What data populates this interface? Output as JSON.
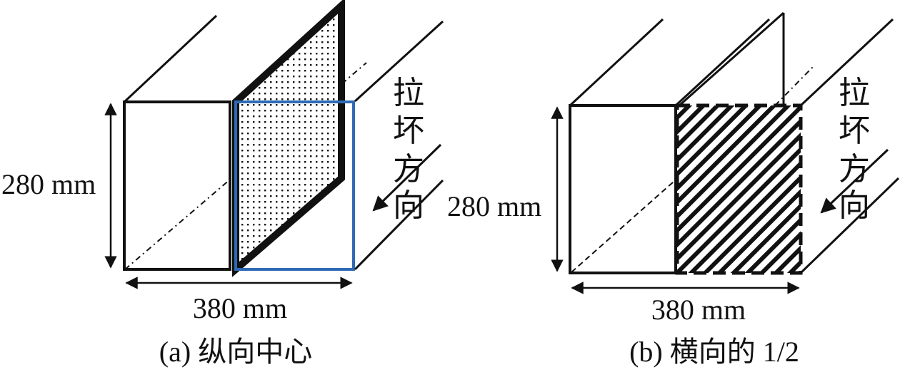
{
  "panel_a": {
    "height_label": "280 mm",
    "width_label": "380 mm",
    "direction_chars": [
      "拉",
      "坏",
      "方",
      "向"
    ],
    "caption": "(a) 纵向中心",
    "highlight_color": "#2f6ab5"
  },
  "panel_b": {
    "height_label": "280 mm",
    "width_label": "380 mm",
    "direction_chars": [
      "拉",
      "坏",
      "方",
      "向"
    ],
    "caption": "(b) 横向的 1/2"
  }
}
